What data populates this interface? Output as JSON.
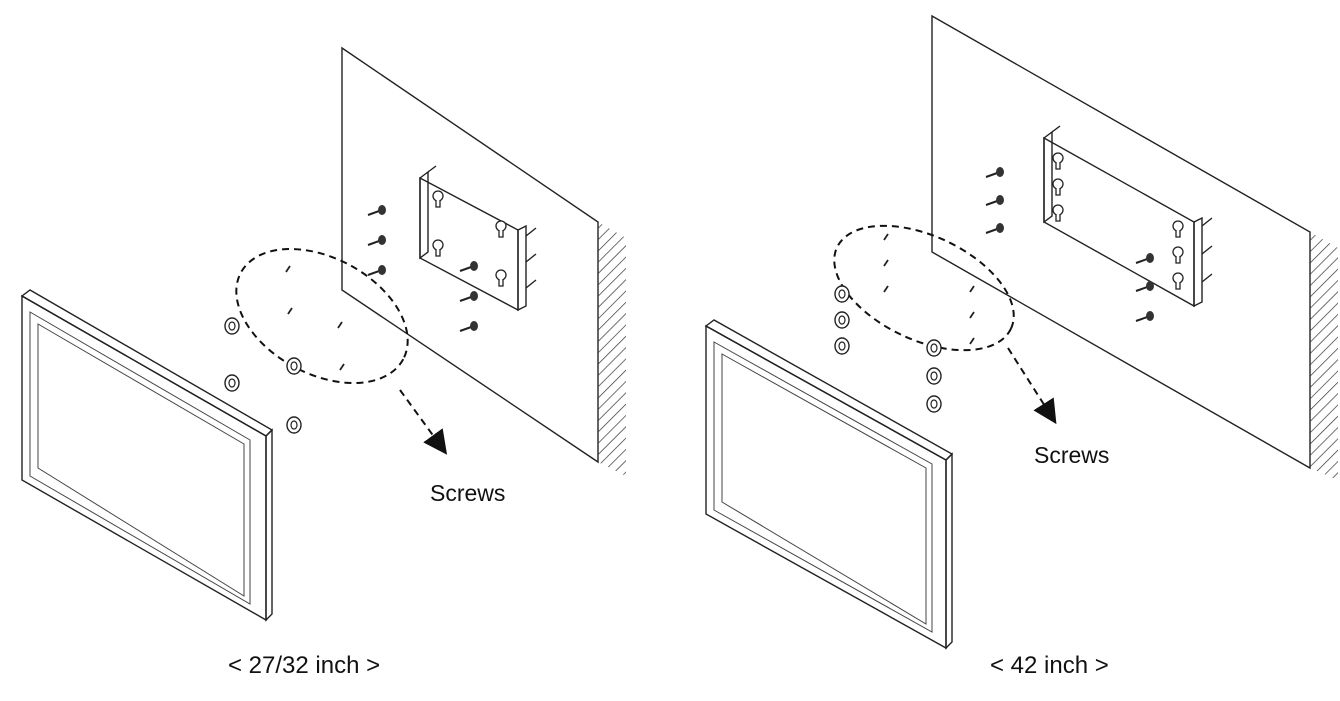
{
  "panels": [
    {
      "screws_label": "Screws",
      "caption": "< 27/32 inch >"
    },
    {
      "screws_label": "Screws",
      "caption": "< 42 inch >"
    }
  ],
  "colors": {
    "line": "#222222",
    "background": "#ffffff"
  }
}
